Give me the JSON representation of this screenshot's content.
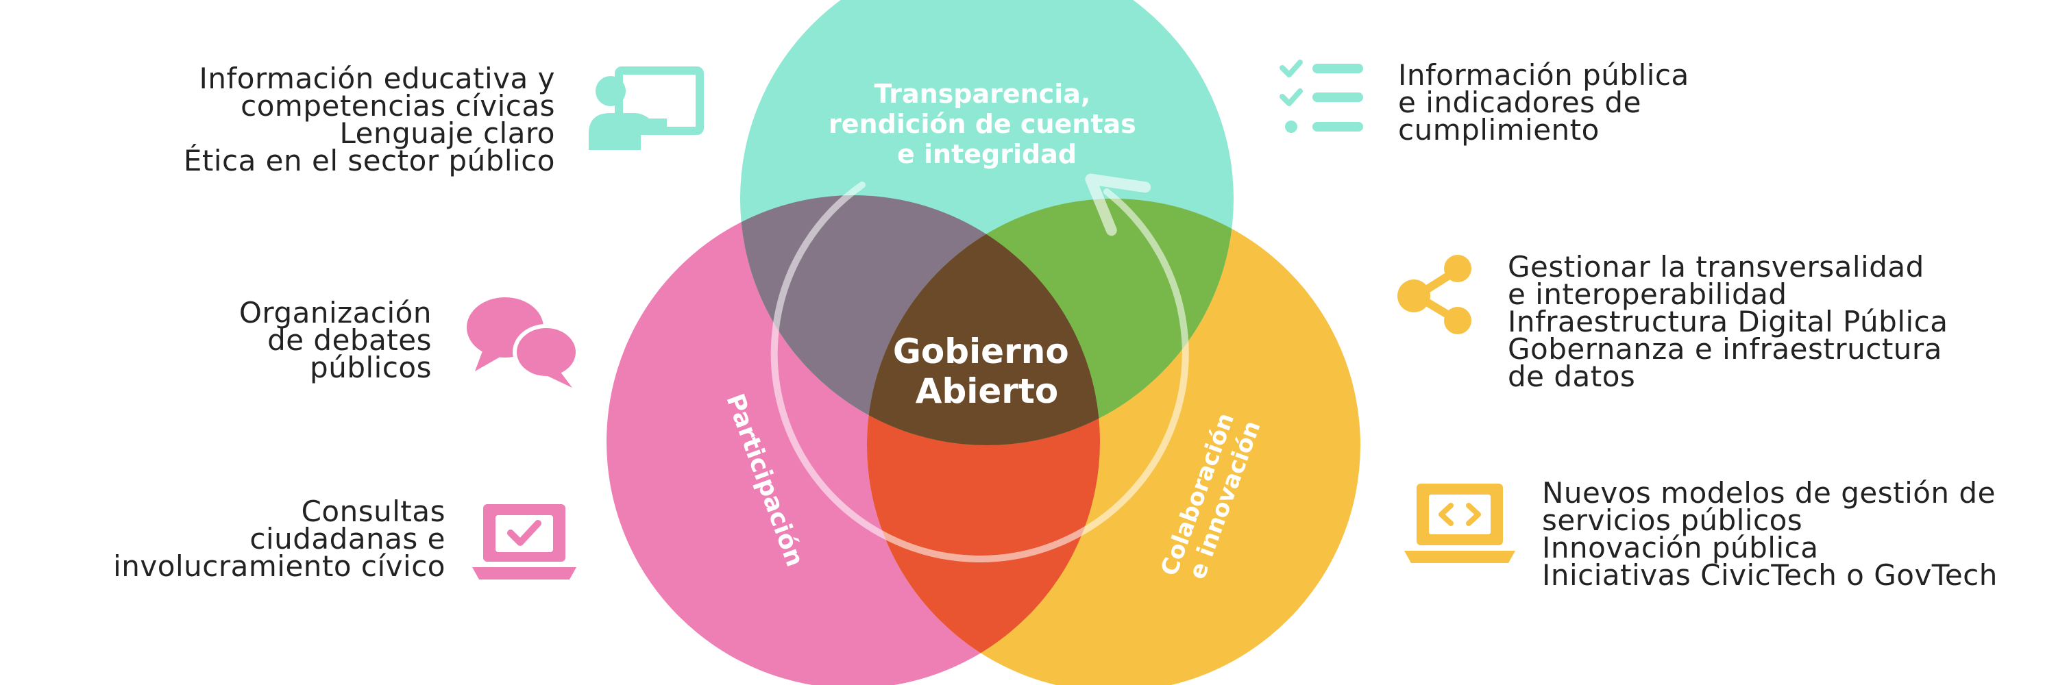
{
  "diagram": {
    "center_label": [
      "Gobierno",
      "Abierto"
    ],
    "circles": {
      "top": {
        "label": [
          "Transparencia,",
          "rendición de cuentas",
          "e integridad"
        ],
        "color": "#8ee8d4"
      },
      "left": {
        "label": "Participación",
        "color": "#ee7fb5"
      },
      "right": {
        "label": [
          "Colaboración",
          "e innovación"
        ],
        "color": "#f7c244"
      }
    },
    "overlap_colors": {
      "top_left": "#857687",
      "top_right": "#78b84a",
      "left_right": "#e85530",
      "center": "#6b4a2a"
    }
  },
  "left_items": [
    {
      "icon": "presentation-board-icon",
      "color": "#8ee8d4",
      "lines": [
        "Información educativa y",
        "competencias cívicas",
        "Lenguaje claro",
        "Ética en el sector público"
      ]
    },
    {
      "icon": "speech-bubbles-icon",
      "color": "#ee7fb5",
      "lines": [
        "Organización",
        "de debates",
        "públicos"
      ]
    },
    {
      "icon": "checkbox-laptop-icon",
      "color": "#ee7fb5",
      "lines": [
        "Consultas",
        "ciudadanas e",
        "involucramiento cívico"
      ]
    }
  ],
  "right_items": [
    {
      "icon": "checklist-icon",
      "color": "#8ee8d4",
      "lines": [
        "Información pública",
        "e indicadores de",
        "cumplimiento"
      ]
    },
    {
      "icon": "share-icon",
      "color": "#f7c244",
      "lines": [
        "Gestionar la transversalidad",
        "e interoperabilidad",
        "Infraestructura Digital Pública",
        "Gobernanza e infraestructura",
        "de datos"
      ]
    },
    {
      "icon": "code-laptop-icon",
      "color": "#f7c244",
      "lines": [
        "Nuevos modelos de gestión de",
        "servicios públicos",
        "Innovación pública",
        "Iniciativas CivicTech o GovTech"
      ]
    }
  ]
}
